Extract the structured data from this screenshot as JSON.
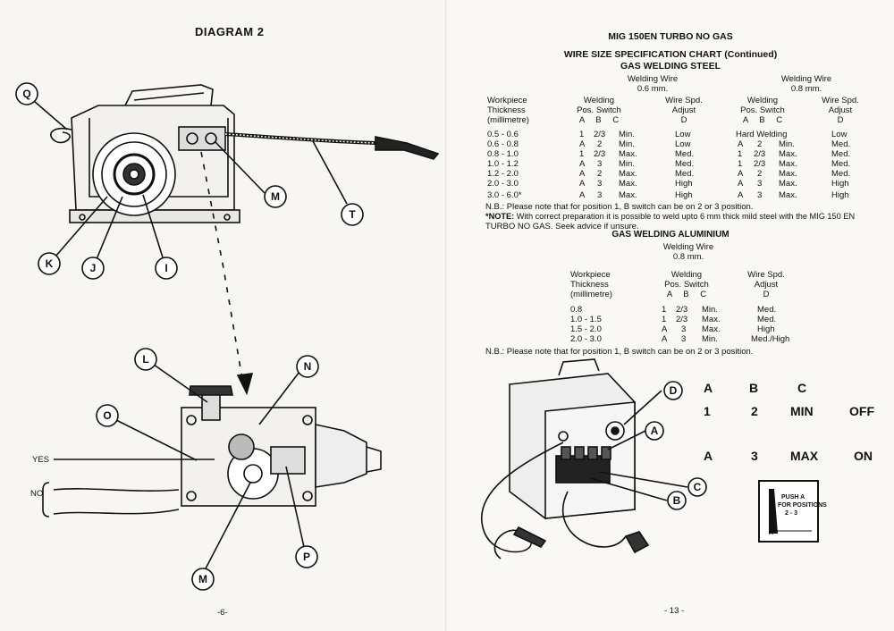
{
  "left_page": {
    "diagram_title": "DIAGRAM 2",
    "callouts": [
      "Q",
      "M",
      "T",
      "K",
      "J",
      "I",
      "L",
      "N",
      "O",
      "P",
      "M"
    ],
    "labels": {
      "yes": "YES",
      "no": "NO"
    },
    "page_number": "-6-"
  },
  "right_page": {
    "header": "MIG 150EN TURBO NO GAS",
    "chart_title": "WIRE SIZE SPECIFICATION CHART (Continued)",
    "steel": {
      "title": "GAS WELDING STEEL",
      "wire1": "Welding Wire",
      "wire1_size": "0.6 mm.",
      "wire2": "Welding Wire",
      "wire2_size": "0.8 mm.",
      "h_workpiece": "Workpiece",
      "h_thickness": "Thickness",
      "h_mm": "(millimetre)",
      "h_welding": "Welding",
      "h_pos": "Pos. Switch",
      "h_abc": "A  B  C",
      "h_wirespd": "Wire Spd.",
      "h_adjust": "Adjust",
      "h_d": "D",
      "h_welding2": "Welding",
      "h_pos2": "Pos. Switch",
      "h_abc2": "A  B  C",
      "h_wirespd2": "Wire Spd.",
      "h_adjust2": "Adjust",
      "h_d2": "D",
      "rows": [
        {
          "t": "0.5 - 0.6",
          "a": "1",
          "b": "2/3",
          "c": "Min.",
          "d": "Low",
          "a2": "Hard Welding",
          "b2": "",
          "c2": "",
          "d2": "Low"
        },
        {
          "t": "0.6 - 0.8",
          "a": "A",
          "b": "2",
          "c": "Min.",
          "d": "Low",
          "a2": "A",
          "b2": "2",
          "c2": "Min.",
          "d2": "Med."
        },
        {
          "t": "0.8 - 1.0",
          "a": "1",
          "b": "2/3",
          "c": "Max.",
          "d": "Med.",
          "a2": "1",
          "b2": "2/3",
          "c2": "Max.",
          "d2": "Med."
        },
        {
          "t": "1.0 - 1.2",
          "a": "A",
          "b": "3",
          "c": "Min.",
          "d": "Med.",
          "a2": "1",
          "b2": "2/3",
          "c2": "Max.",
          "d2": "Med."
        },
        {
          "t": "1.2 - 2.0",
          "a": "A",
          "b": "2",
          "c": "Max.",
          "d": "Med.",
          "a2": "A",
          "b2": "2",
          "c2": "Max.",
          "d2": "Med."
        },
        {
          "t": "2.0 - 3.0",
          "a": "A",
          "b": "3",
          "c": "Max.",
          "d": "High",
          "a2": "A",
          "b2": "3",
          "c2": "Max.",
          "d2": "High"
        },
        {
          "t": "3.0 - 6.0*",
          "a": "A",
          "b": "3",
          "c": "Max.",
          "d": "High",
          "a2": "A",
          "b2": "3",
          "c2": "Max.",
          "d2": "High"
        }
      ],
      "nb": "N.B.: Please note that for position 1, B switch can be on 2 or 3 position.",
      "note_label": "*NOTE:",
      "note": " With correct preparation it is possible to weld upto 6 mm thick mild steel with the MIG 150 EN",
      "note2": "TURBO NO GAS. Seek advice if unsure."
    },
    "aluminium": {
      "title": "GAS WELDING ALUMINIUM",
      "wire": "Welding Wire",
      "wire_size": "0.8 mm.",
      "h_workpiece": "Workpiece",
      "h_thickness": "Thickness",
      "h_mm": "(millimetre)",
      "h_welding": "Welding",
      "h_pos": "Pos. Switch",
      "h_abc": "A  B  C",
      "h_wirespd": "Wire Spd.",
      "h_adjust": "Adjust",
      "h_d": "D",
      "rows": [
        {
          "t": "0.8",
          "a": "1",
          "b": "2/3",
          "c": "Min.",
          "d": "Med."
        },
        {
          "t": "1.0 - 1.5",
          "a": "1",
          "b": "2/3",
          "c": "Max.",
          "d": "Med."
        },
        {
          "t": "1.5 - 2.0",
          "a": "A",
          "b": "3",
          "c": "Max.",
          "d": "High"
        },
        {
          "t": "2.0 - 3.0",
          "a": "A",
          "b": "3",
          "c": "Min.",
          "d": "Med./High"
        }
      ],
      "nb": "N.B.: Please note that for position 1, B switch can be on 2 or 3 position."
    },
    "switch_table": {
      "headers": [
        "A",
        "B",
        "C"
      ],
      "row1": [
        "1",
        "2",
        "MIN",
        "OFF"
      ],
      "row2": [
        "A",
        "3",
        "MAX",
        "ON"
      ]
    },
    "callouts": [
      "D",
      "A",
      "C",
      "B"
    ],
    "label_text": {
      "l1": "PUSH A",
      "l2": "FOR POSITIONS",
      "l3": "2 - 3",
      "l4": "A"
    },
    "page_number": "- 13 -"
  }
}
